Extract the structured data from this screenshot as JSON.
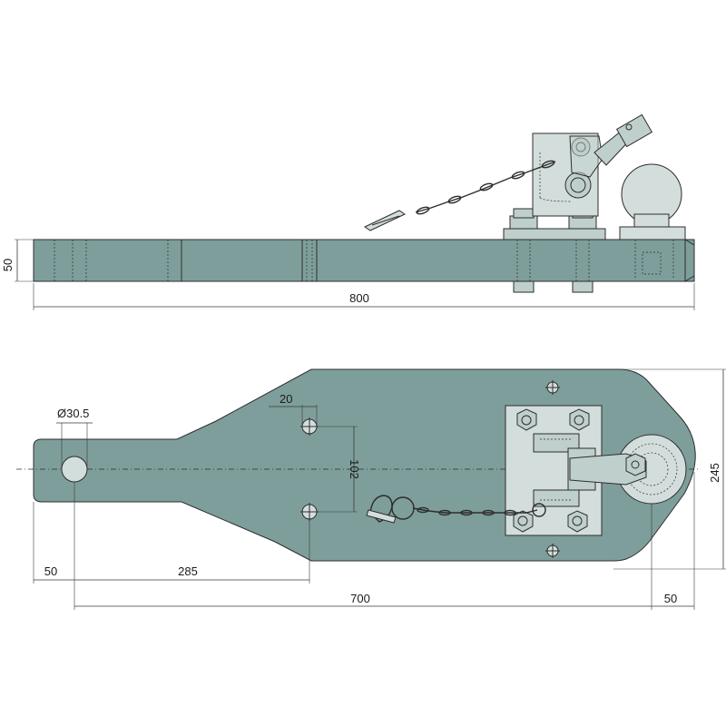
{
  "dimensions": {
    "side_height": "50",
    "side_length": "800",
    "hole_diameter": "Ø30.5",
    "offset_20": "20",
    "bolt_spacing": "102",
    "left_50": "50",
    "segment_285": "285",
    "overall_700": "700",
    "right_50": "50",
    "width_245": "245"
  },
  "colors": {
    "steel": "#7e9e9b",
    "steel_light": "#bfcfcc",
    "outline": "#2d2d2d",
    "background": "#ffffff"
  }
}
